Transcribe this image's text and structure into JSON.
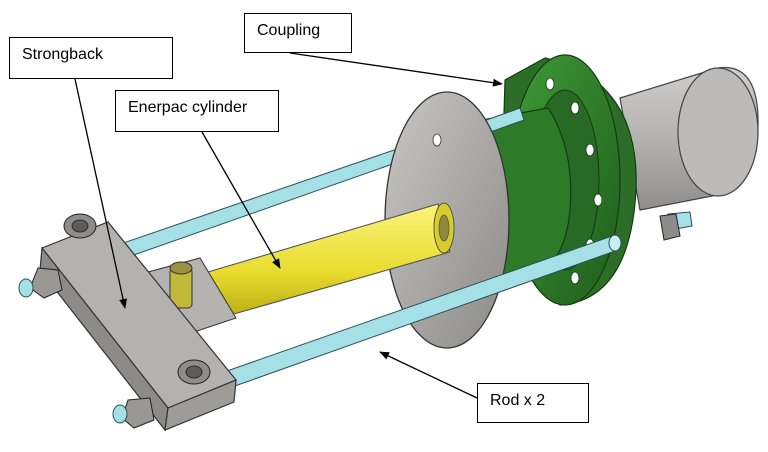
{
  "labels": {
    "strongback": "Strongback",
    "enerpac_cylinder": "Enerpac cylinder",
    "coupling": "Coupling",
    "rod": "Rod x 2"
  },
  "colors": {
    "coupling_green": "#2f7a2a",
    "rod_cyan": "#a4e0e6",
    "cylinder_yellow": "#f2e84a",
    "steel_grey": "#a9a9a9",
    "shaft_grey": "#b9b8b6"
  }
}
